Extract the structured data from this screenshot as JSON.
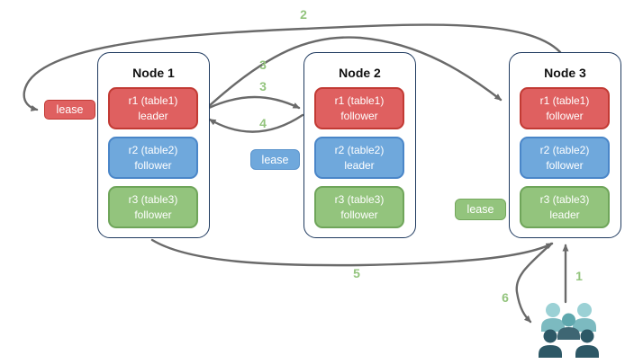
{
  "nodes": [
    {
      "title": "Node 1",
      "replicas": [
        {
          "name": "r1 (table1)",
          "role": "leader"
        },
        {
          "name": "r2 (table2)",
          "role": "follower"
        },
        {
          "name": "r3 (table3)",
          "role": "follower"
        }
      ]
    },
    {
      "title": "Node 2",
      "replicas": [
        {
          "name": "r1 (table1)",
          "role": "follower"
        },
        {
          "name": "r2 (table2)",
          "role": "leader"
        },
        {
          "name": "r3 (table3)",
          "role": "follower"
        }
      ]
    },
    {
      "title": "Node 3",
      "replicas": [
        {
          "name": "r1 (table1)",
          "role": "follower"
        },
        {
          "name": "r2 (table2)",
          "role": "follower"
        },
        {
          "name": "r3 (table3)",
          "role": "leader"
        }
      ]
    }
  ],
  "leases": {
    "red": "lease",
    "blue": "lease",
    "green": "lease"
  },
  "steps": {
    "s1": "1",
    "s2": "2",
    "s3a": "3",
    "s3b": "3",
    "s4": "4",
    "s5": "5",
    "s6": "6"
  },
  "icons": {
    "users": "users-group-icon"
  },
  "colors": {
    "replica_red_fill": "#df6060",
    "replica_red_border": "#c23a34",
    "replica_blue_fill": "#6fa8dc",
    "replica_blue_border": "#4a86c8",
    "replica_green_fill": "#93c47d",
    "replica_green_border": "#6fa55a",
    "node_border": "#1f3a5f",
    "arrow_gray": "#6a6a6a",
    "step_label_green": "#93c47d",
    "users_light_teal": "#9bd1d5",
    "users_mid_teal": "#5fa8ae",
    "users_dark_slate": "#2d5866"
  }
}
